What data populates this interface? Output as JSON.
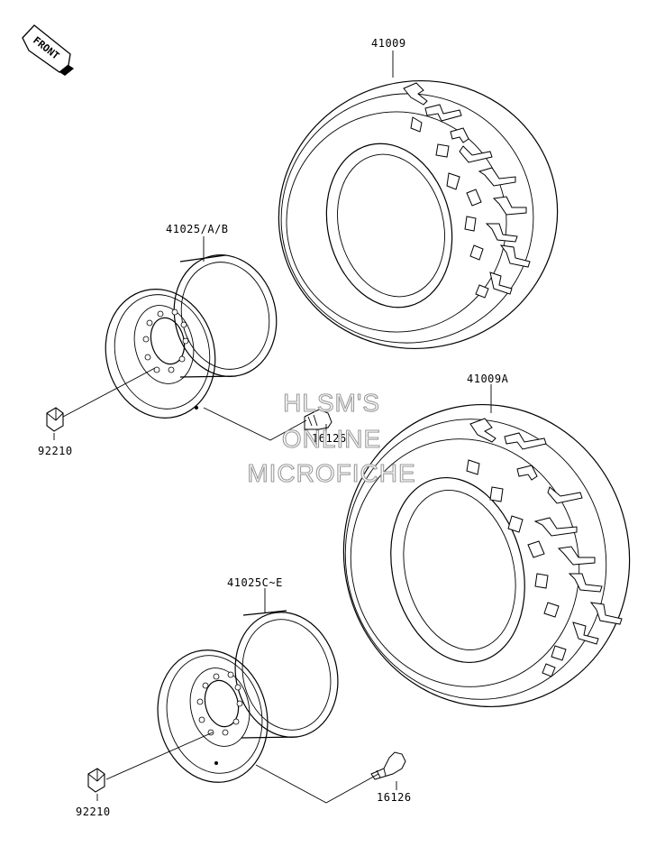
{
  "front_arrow": {
    "label": "FRONT"
  },
  "parts": {
    "tire_front": "41009",
    "tire_rear": "41009A",
    "wheel_front": "41025/A/B",
    "wheel_rear": "41025C~E",
    "valve_front": "16126",
    "valve_rear": "16126",
    "nut_front": "92210",
    "nut_rear": "92210"
  },
  "watermark": {
    "line1": "HLSM'S",
    "line2": "ONLINE",
    "line3": "MICROFICHE"
  }
}
